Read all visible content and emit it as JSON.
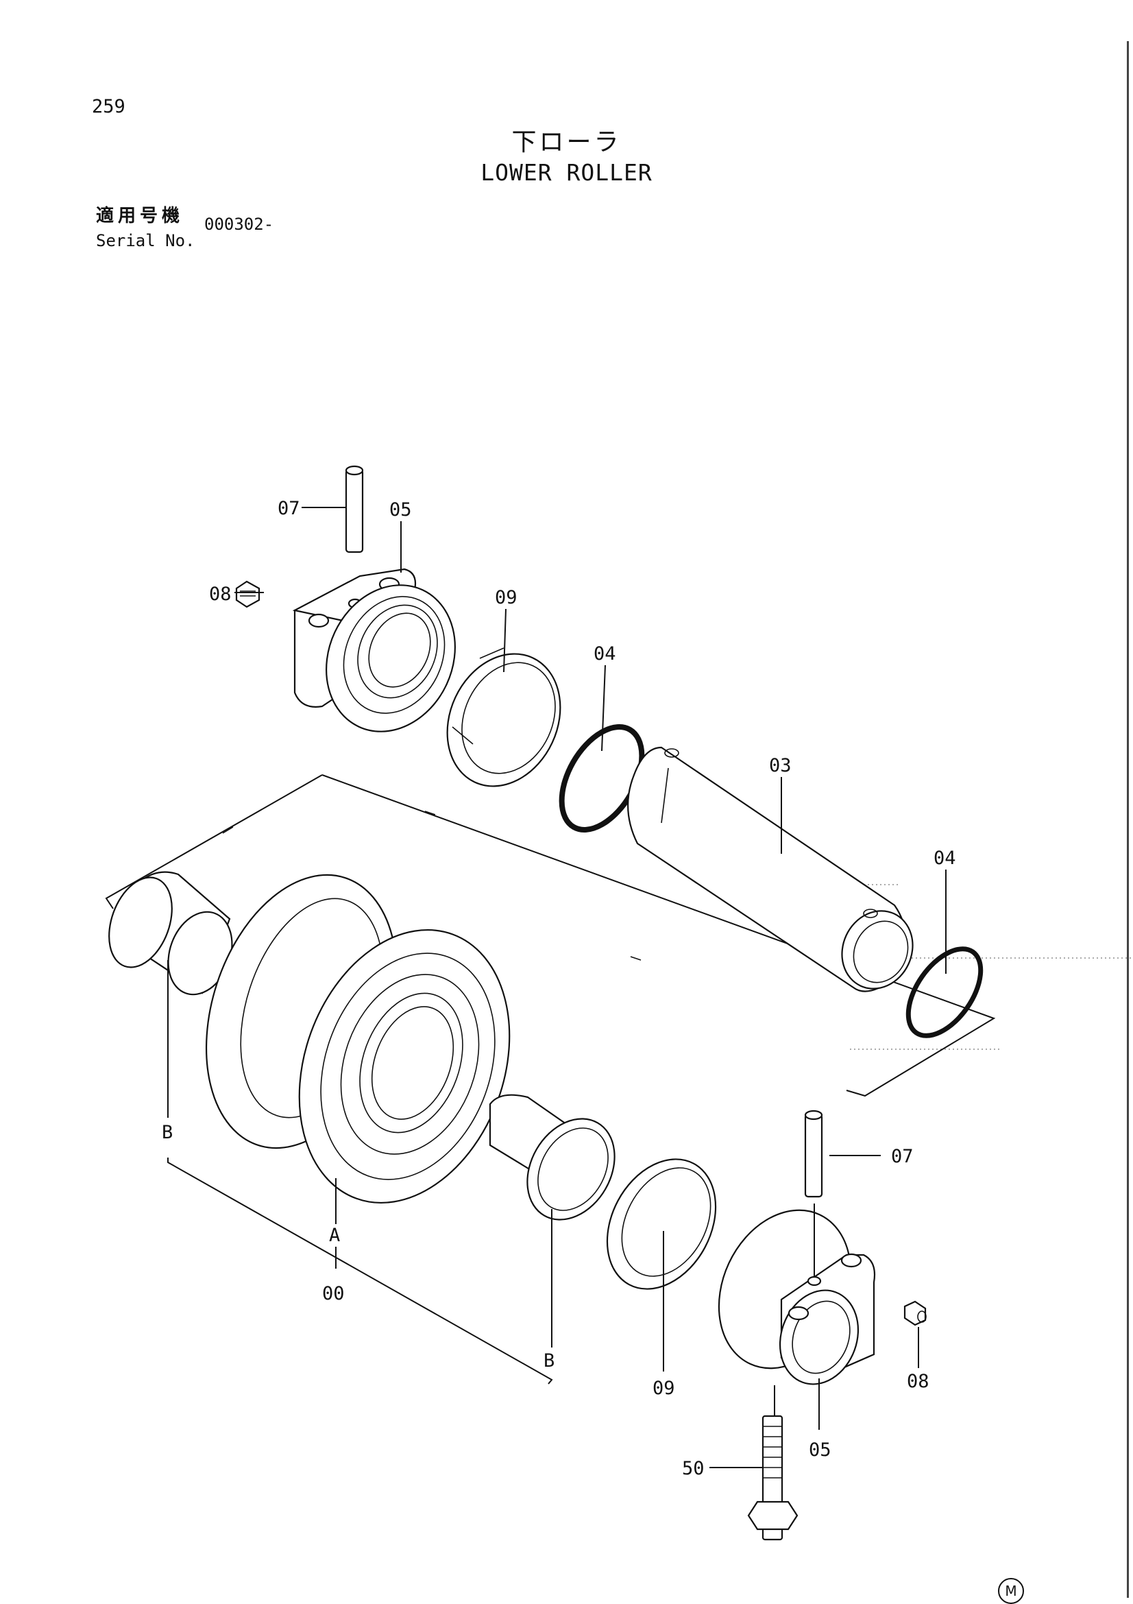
{
  "page": {
    "page_number": "259",
    "title_jp": "下ローラ",
    "title_en": "LOWER ROLLER",
    "serial_label_jp": "適用号機",
    "serial_label_en": "Serial No.",
    "serial_value": "000302-",
    "mark": "M"
  },
  "callouts": [
    {
      "id": "07-top",
      "label": "07"
    },
    {
      "id": "05-top",
      "label": "05"
    },
    {
      "id": "08-top",
      "label": "08"
    },
    {
      "id": "09-top",
      "label": "09"
    },
    {
      "id": "04-top",
      "label": "04"
    },
    {
      "id": "03",
      "label": "03"
    },
    {
      "id": "04-right",
      "label": "04"
    },
    {
      "id": "B-left",
      "label": "B"
    },
    {
      "id": "A",
      "label": "A"
    },
    {
      "id": "00",
      "label": "00"
    },
    {
      "id": "B-bottom",
      "label": "B"
    },
    {
      "id": "09-bottom",
      "label": "09"
    },
    {
      "id": "07-bottom",
      "label": "07"
    },
    {
      "id": "08-bottom",
      "label": "08"
    },
    {
      "id": "05-bottom",
      "label": "05"
    },
    {
      "id": "50",
      "label": "50"
    }
  ]
}
